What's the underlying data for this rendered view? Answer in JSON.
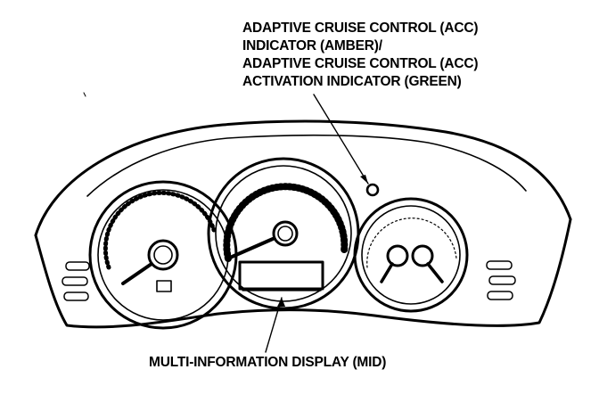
{
  "callouts": {
    "acc_indicator": {
      "lines": [
        "ADAPTIVE CRUISE CONTROL (ACC)",
        "INDICATOR (AMBER)/",
        "ADAPTIVE CRUISE CONTROL (ACC)",
        "ACTIVATION INDICATOR (GREEN)"
      ]
    },
    "mid": {
      "label": "MULTI-INFORMATION DISPLAY (MID)"
    }
  },
  "colors": {
    "ink": "#000000",
    "paper": "#ffffff"
  }
}
